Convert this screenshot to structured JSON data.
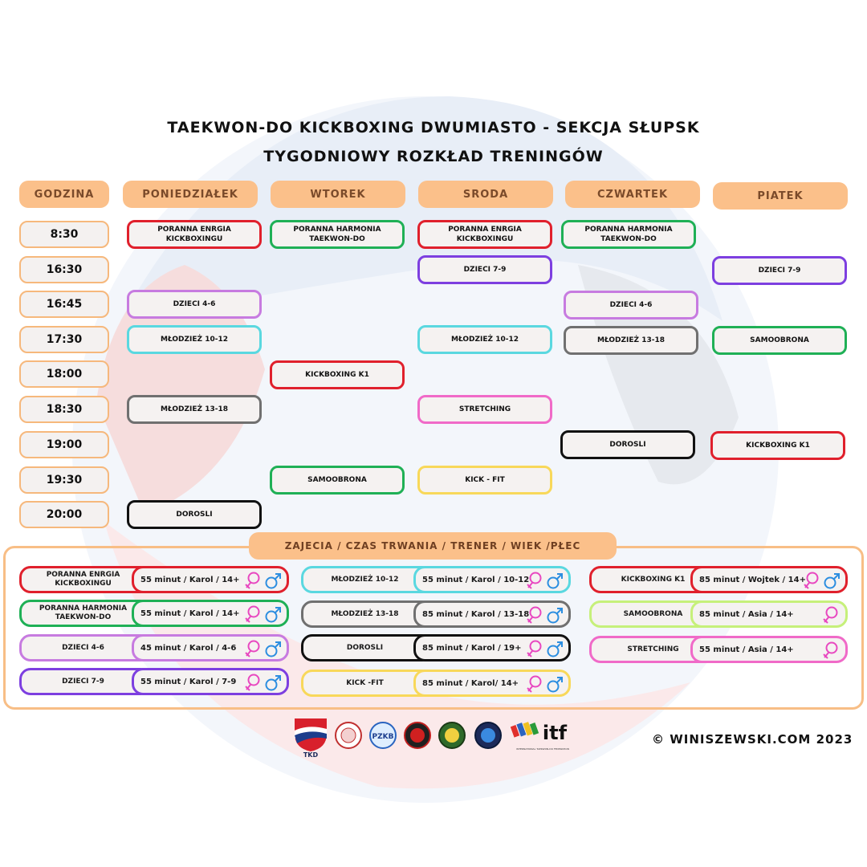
{
  "title": {
    "line1": "TAEKWON-DO KICKBOXING DWUMIASTO - SEKCJA SŁUPSK",
    "line2": "TYGODNIOWY ROZKŁAD TRENINGÓW"
  },
  "headers": {
    "hour": "GODZINA",
    "mon": "PONIEDZIAŁEK",
    "tue": "WTOREK",
    "wed": "SRODA",
    "thu": "CZWARTEK",
    "fri": "PIATEK"
  },
  "times": [
    "8:30",
    "16:30",
    "16:45",
    "17:30",
    "18:00",
    "18:30",
    "19:00",
    "19:30",
    "20:00"
  ],
  "schedule": {
    "mon": {
      "c830": "PORANNA ENRGIA KICKBOXINGU",
      "c1645": "DZIECI 4-6",
      "c1730": "MŁODZIEŻ 10-12",
      "c1830": "MŁODZIEŻ 13-18",
      "c2000": "DOROSLI"
    },
    "tue": {
      "c830": "PORANNA HARMONIA TAEKWON-DO",
      "c1800": "KICKBOXING K1",
      "c1930": "SAMOOBRONA"
    },
    "wed": {
      "c830": "PORANNA ENRGIA KICKBOXINGU",
      "c1630": "DZIECI 7-9",
      "c1730": "MŁODZIEŻ 10-12",
      "c1830": "STRETCHING",
      "c1930": "KICK - FIT"
    },
    "thu": {
      "c830": "PORANNA HARMONIA TAEKWON-DO",
      "c1645": "DZIECI 4-6",
      "c1730": "MŁODZIEŻ 13-18",
      "c1900": "DOROSLI"
    },
    "fri": {
      "c1630": "DZIECI 7-9",
      "c1730": "SAMOOBRONA",
      "c1900": "KICKBOXING K1"
    }
  },
  "legend": {
    "header": "ZAJECIA / CZAS TRWANIA / TRENER / WIEK /PŁEC",
    "col1": [
      {
        "name": "PORANNA ENRGIA KICKBOXINGU",
        "detail": "55 minut / Karol / 14+"
      },
      {
        "name": "PORANNA HARMONIA TAEKWON-DO",
        "detail": "55 minut / Karol / 14+"
      },
      {
        "name": "DZIECI 4-6",
        "detail": "45 minut / Karol / 4-6"
      },
      {
        "name": "DZIECI 7-9",
        "detail": "55 minut / Karol /  7-9"
      }
    ],
    "col2": [
      {
        "name": "MŁODZIEŻ 10-12",
        "detail": "55 minut / Karol / 10-12"
      },
      {
        "name": "MŁODZIEŻ 13-18",
        "detail": "85 minut / Karol / 13-18"
      },
      {
        "name": "DOROSLI",
        "detail": "85 minut / Karol / 19+"
      },
      {
        "name": "KICK -FIT",
        "detail": "85 minut / Karol/ 14+"
      }
    ],
    "col3": [
      {
        "name": "KICKBOXING K1",
        "detail": "85 minut / Wojtek / 14+"
      },
      {
        "name": "SAMOOBRONA",
        "detail": "85 minut / Asia / 14+"
      },
      {
        "name": "STRETCHING",
        "detail": "55 minut / Asia / 14+"
      }
    ]
  },
  "logos": {
    "tkd": "TKD",
    "pzkb": "PZKB",
    "itf": "itf",
    "itf_sub": "INTERNATIONAL TAEKWON-DO FEDERATION"
  },
  "copyright": "© WINISZEWSKI.COM 2023",
  "colors": {
    "header_orange": "#fbc08a",
    "red": "#e0202c",
    "green": "#1fb056",
    "light_purple": "#c77be0",
    "purple": "#7d3fe0",
    "cyan": "#5ad8e0",
    "gray": "#707070",
    "black": "#111111",
    "pink": "#f06ac8",
    "yellow": "#f8d85a",
    "lime": "#c6f07a",
    "female": "#e848c0",
    "male": "#2c8ee0"
  }
}
